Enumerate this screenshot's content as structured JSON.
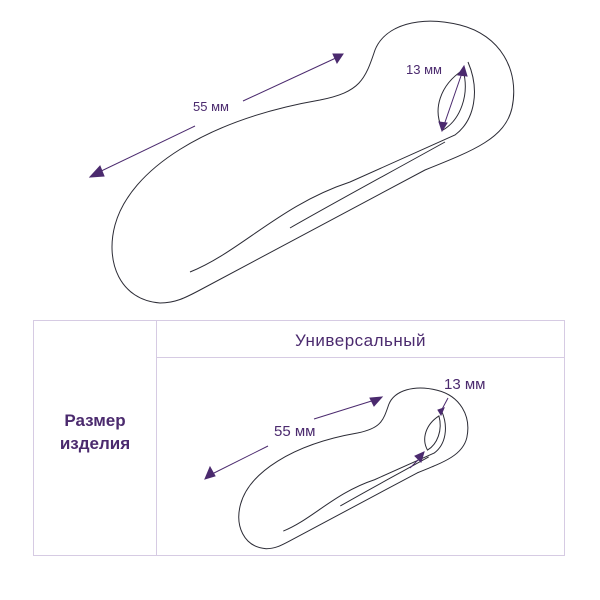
{
  "top_figure": {
    "length_label": "55 мм",
    "width_label": "13 мм"
  },
  "table": {
    "header": "Универсальный",
    "row_label_line1": "Размер",
    "row_label_line2": "изделия",
    "length_label": "55 мм",
    "width_label": "13 мм"
  },
  "colors": {
    "accent": "#4b2a6e",
    "border": "#d6cbe3",
    "outline": "#2b2b35"
  }
}
